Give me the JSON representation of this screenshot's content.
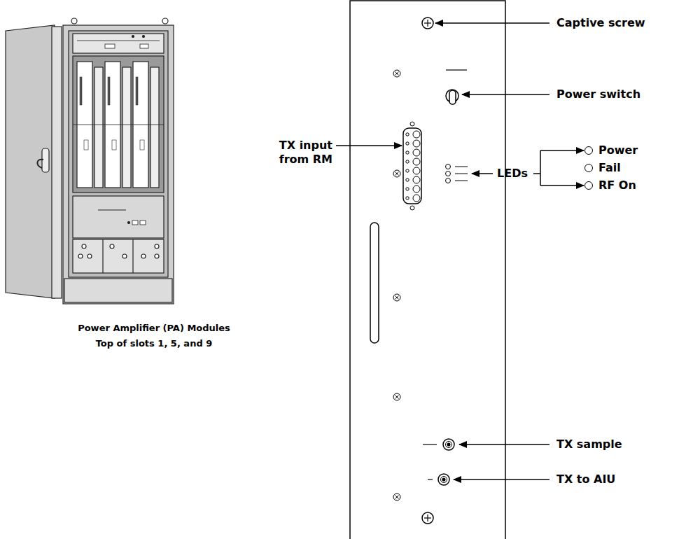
{
  "diagram": {
    "caption": "Power Amplifier (PA) Modules Top of slots 1, 5, and 9",
    "labels": [
      "Captive screw",
      "Power switch",
      "TX input from RM",
      "LEDs",
      "TX sample",
      "TX to AIU"
    ],
    "legend": [
      {
        "text": "Power"
      },
      {
        "text": "Fail"
      },
      {
        "text": "RF On"
      }
    ]
  }
}
